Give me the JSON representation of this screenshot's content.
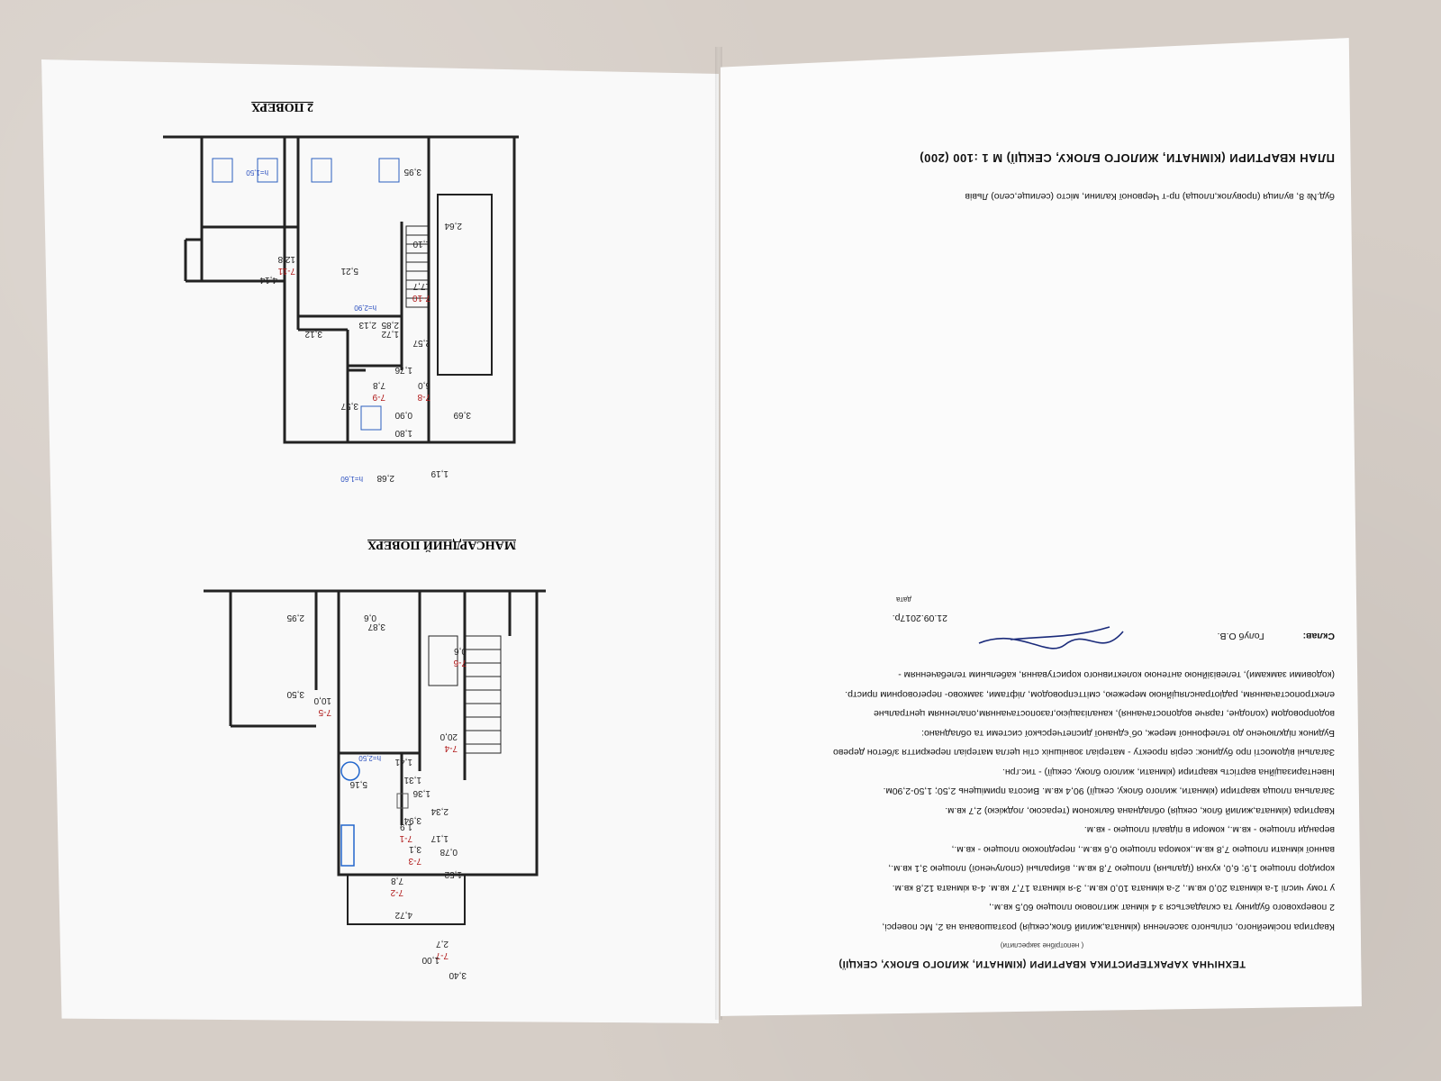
{
  "plan_header": {
    "title": "ПЛАН КВАРТИРИ  (КІМНАТИ, ЖИЛОГО БЛОКУ, СЕКЦІЇ)   М 1 :100  (200)",
    "address_line": "буд.№ 8, вулиця (провулок,площа) пр-т Червоної Калини, місто (селище,село) Львів"
  },
  "floors": {
    "second": "2 ПОВЕРХ",
    "attic": "МАНСАРДНИЙ ПОВЕРХ"
  },
  "rooms_second": [
    {
      "id": "7-1",
      "area": "1,9"
    },
    {
      "id": "7-2",
      "area": "7,8"
    },
    {
      "id": "7-3",
      "area": "3,1"
    },
    {
      "id": "7-4",
      "area": "20,0"
    },
    {
      "id": "7-5",
      "area": "10,0"
    },
    {
      "id": "7-6",
      "area": "0,6"
    },
    {
      "id": "7-7",
      "area": "2,7"
    }
  ],
  "dims_second": [
    "3,40",
    "1,00",
    "4,72",
    "1,52",
    "0,78",
    "3,94",
    "1,17",
    "2,34",
    "1,36",
    "1,31",
    "1,41",
    "5,16",
    "3,87",
    "2,95",
    "3,50",
    "0,6",
    "h=2,50"
  ],
  "rooms_attic": [
    {
      "id": "7-8",
      "area": "6,0"
    },
    {
      "id": "7-9",
      "area": "7,8"
    },
    {
      "id": "7-10",
      "area": "17,7"
    },
    {
      "id": "7-11",
      "area": "12,8"
    }
  ],
  "dims_attic": [
    "2,68",
    "h=1,60",
    "1,19",
    "1,80",
    "0,90",
    "3,57",
    "3,69",
    "1,76",
    "1,72",
    "2,85",
    "2,13",
    "2,57",
    "1,10",
    "5,21",
    "3,12",
    "4,14",
    "2,64",
    "3,95",
    "h=1,50",
    "h=2,90"
  ],
  "tech": {
    "title": "ТЕХНІЧНА   ХАРАКТЕРИСТИКА   КВАРТИРИ   (КІМНАТИ, ЖИЛОГО БЛОКУ, СЕКЦІЇ)",
    "subtitle": "( непотрібне закреслити)",
    "lines": [
      "Квартира посімейного, спільного заселення (кімната,жилий блок,секція)   розташована на   2, Мс поверсі,",
      "2   поверхового будинку та складається з   4   кімнат житловою площею   60,5   кв.м.,",
      "у тому числі 1-а кімната 20,0 кв.м., 2-а кімната 10,0 кв.м., 3-я кімната 17,7 кв.м.   4-а кімната 12,8 кв.м.",
      "коридор площею 1,9; 6,0, кухня (їдальня) площею   7,8 кв.м.,  вбиральні (сполученої) площею 3,1 кв.м.,",
      "ванної  кімнати площею   7,8 кв.м.,комора площею 0,6 кв.м., передпокою площею  -  кв.м.,",
      "веранди площею   -   кв.м., комори в підвалі  площею   -   кв.м.",
      "Квартира (кімната,жилий блок, секція) обладнана балконом (терасою, лоджією)   2,7   кв.м.",
      "Загальна площа квартири (кімнати, жилого блоку, секції)   90,4  кв.м. Висота приміщень 2,50; 1,50-2,90м.",
      "Інвентаризаційна  вартість  квартири (кімнати, жилого блоку, секції)   -   тис.грн.",
      "Загальні відомості про будинок: серія проекту  -  матеріал зовнішніх стін  цегла  матеріал перекриття  з/бетон дерево",
      "Будинок підключено до телефонної мереж, об`єднаної диспетчерської системи та обладнано:",
      "водопроводом (холодне, гаряче водопостачання), каналізацією,газопостачанням,опаленням   центральне",
      "електропостачанням, радіотрансляційною мережею, сміттєпроводом, ліфтами, замково- переговорним пристр.",
      "(кодовими замками), телевізійною антеною колективного користування,  кабельним телебаченням   -"
    ],
    "composed_label": "Склав:",
    "composer_name": "Голуб О.В.",
    "date": "21.09.2017р.",
    "date_label": "дата"
  }
}
